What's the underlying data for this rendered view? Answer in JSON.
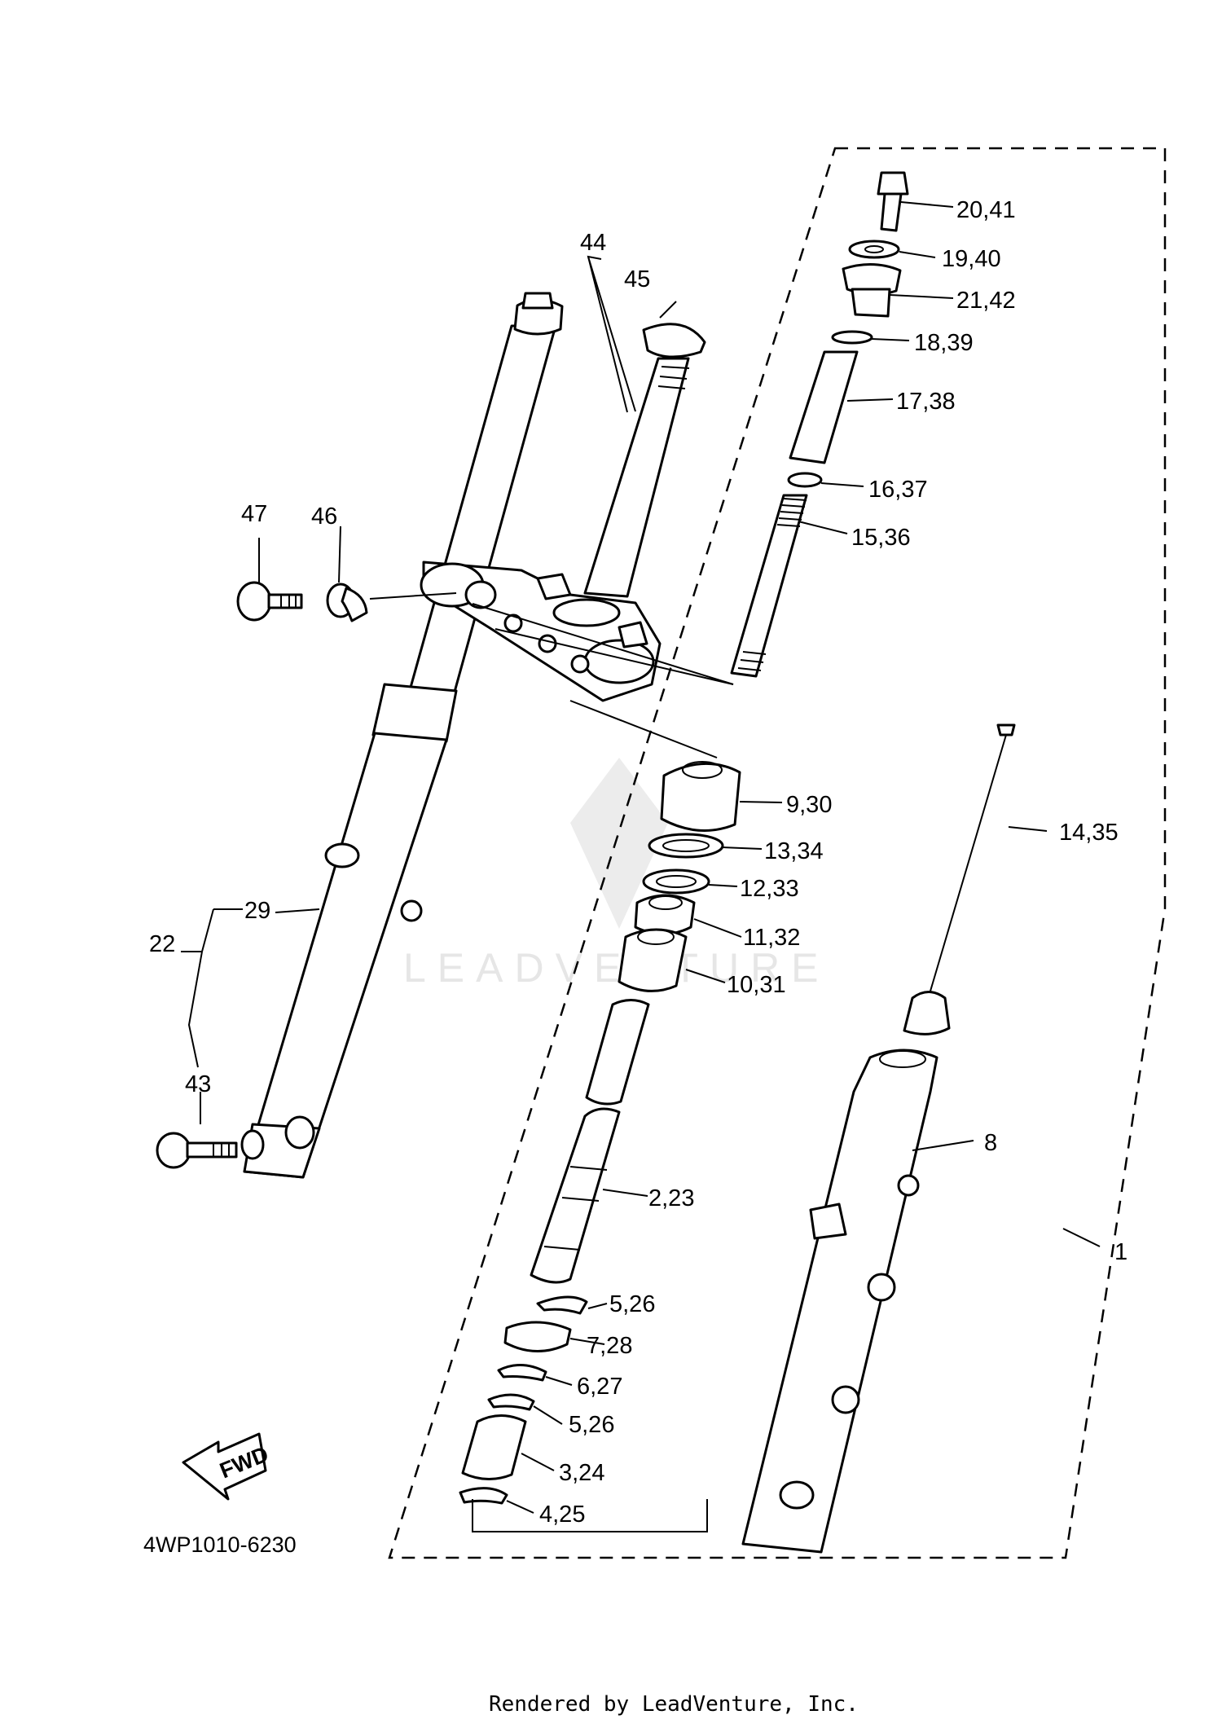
{
  "diagram": {
    "code": "4WP1010-6230",
    "footer": "Rendered by LeadVenture, Inc.",
    "watermark": "LEADVENTURE",
    "fwd_label": "FWD",
    "callouts": [
      {
        "id": "c1",
        "text": "1"
      },
      {
        "id": "c2",
        "text": "2,23"
      },
      {
        "id": "c3",
        "text": "3,24"
      },
      {
        "id": "c4",
        "text": "4,25"
      },
      {
        "id": "c5a",
        "text": "5,26"
      },
      {
        "id": "c6",
        "text": "6,27"
      },
      {
        "id": "c5b",
        "text": "5,26"
      },
      {
        "id": "c7",
        "text": "7,28"
      },
      {
        "id": "c8",
        "text": "8"
      },
      {
        "id": "c9",
        "text": "9,30"
      },
      {
        "id": "c10",
        "text": "10,31"
      },
      {
        "id": "c11",
        "text": "11,32"
      },
      {
        "id": "c12",
        "text": "12,33"
      },
      {
        "id": "c13",
        "text": "13,34"
      },
      {
        "id": "c14",
        "text": "14,35"
      },
      {
        "id": "c15",
        "text": "15,36"
      },
      {
        "id": "c16",
        "text": "16,37"
      },
      {
        "id": "c17",
        "text": "17,38"
      },
      {
        "id": "c18",
        "text": "18,39"
      },
      {
        "id": "c19",
        "text": "19,40"
      },
      {
        "id": "c20",
        "text": "20,41"
      },
      {
        "id": "c21",
        "text": "21,42"
      },
      {
        "id": "c22",
        "text": "22"
      },
      {
        "id": "c29",
        "text": "29"
      },
      {
        "id": "c43",
        "text": "43"
      },
      {
        "id": "c44",
        "text": "44"
      },
      {
        "id": "c45",
        "text": "45"
      },
      {
        "id": "c46",
        "text": "46"
      },
      {
        "id": "c47",
        "text": "47"
      }
    ]
  }
}
